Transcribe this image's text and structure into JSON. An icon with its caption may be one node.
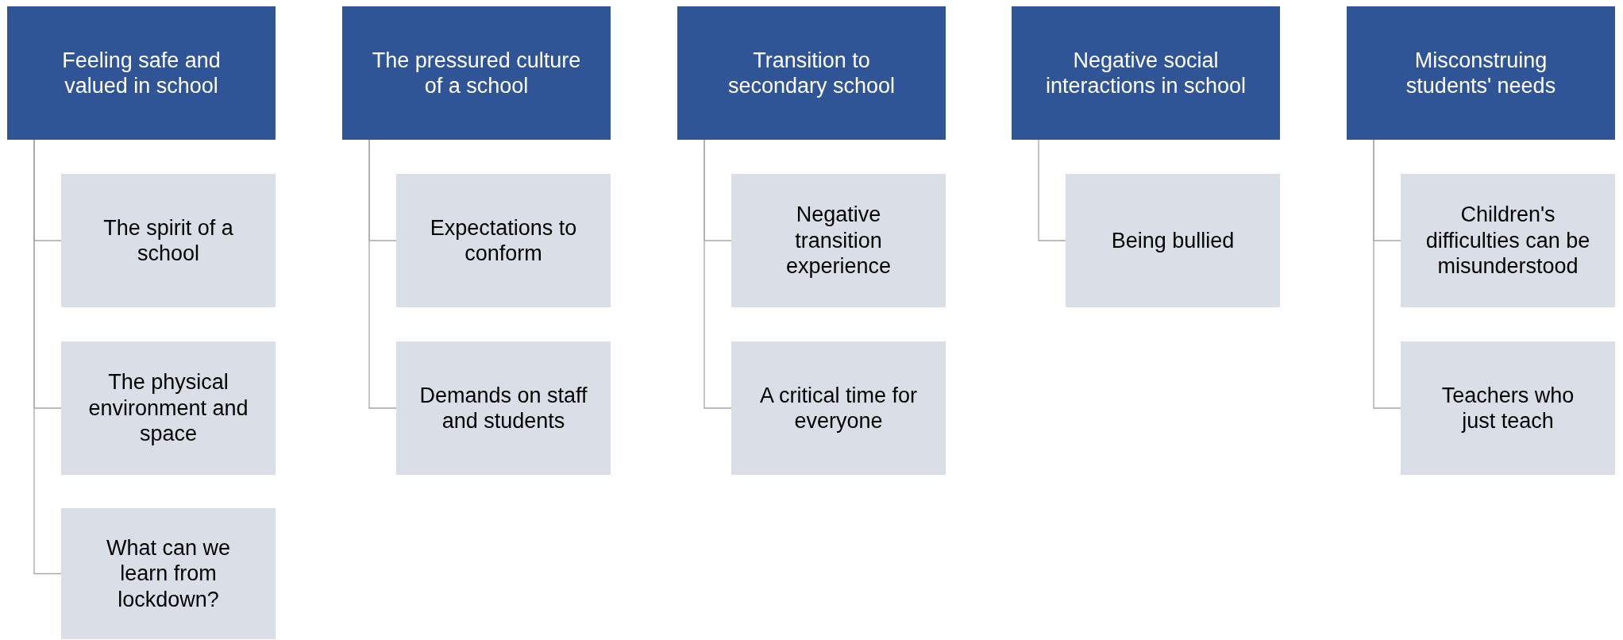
{
  "diagram": {
    "nodes": [
      {
        "text": [
          "Feeling safe and valued in school"
        ]
      },
      {
        "text": [
          "The spirit of a school"
        ]
      },
      {
        "text": [
          "The physical environment and space"
        ]
      },
      {
        "text": [
          "What can we learn from lockdown?"
        ]
      },
      {
        "text": [
          "The pressured culture of a school"
        ]
      },
      {
        "text": [
          "Expectations to conform"
        ]
      },
      {
        "text": [
          "Demands on staff and students"
        ]
      },
      {
        "text": [
          "Transition to secondary school"
        ]
      },
      {
        "text": [
          "Negative transition experience"
        ]
      },
      {
        "text": [
          "A critical time for everyone"
        ]
      },
      {
        "text": [
          "Negative social interactions in school"
        ]
      },
      {
        "text": [
          "Being bullied"
        ]
      },
      {
        "text": [
          "Misconstruing students' needs"
        ]
      },
      {
        "text": [
          "Children's difficulties can be misunderstood"
        ]
      },
      {
        "text": [
          "Teachers who just teach"
        ]
      }
    ],
    "edges": [
      {
        "from": 0,
        "to": 1,
        "arrow": "none"
      },
      {
        "from": 0,
        "to": 2,
        "arrow": "none"
      },
      {
        "from": 0,
        "to": 3,
        "arrow": "none"
      },
      {
        "from": 4,
        "to": 5,
        "arrow": "none"
      },
      {
        "from": 4,
        "to": 6,
        "arrow": "none"
      },
      {
        "from": 7,
        "to": 8,
        "arrow": "none"
      },
      {
        "from": 7,
        "to": 9,
        "arrow": "none"
      },
      {
        "from": 10,
        "to": 11,
        "arrow": "none"
      },
      {
        "from": 12,
        "to": 13,
        "arrow": "none"
      },
      {
        "from": 12,
        "to": 14,
        "arrow": "none"
      }
    ]
  }
}
